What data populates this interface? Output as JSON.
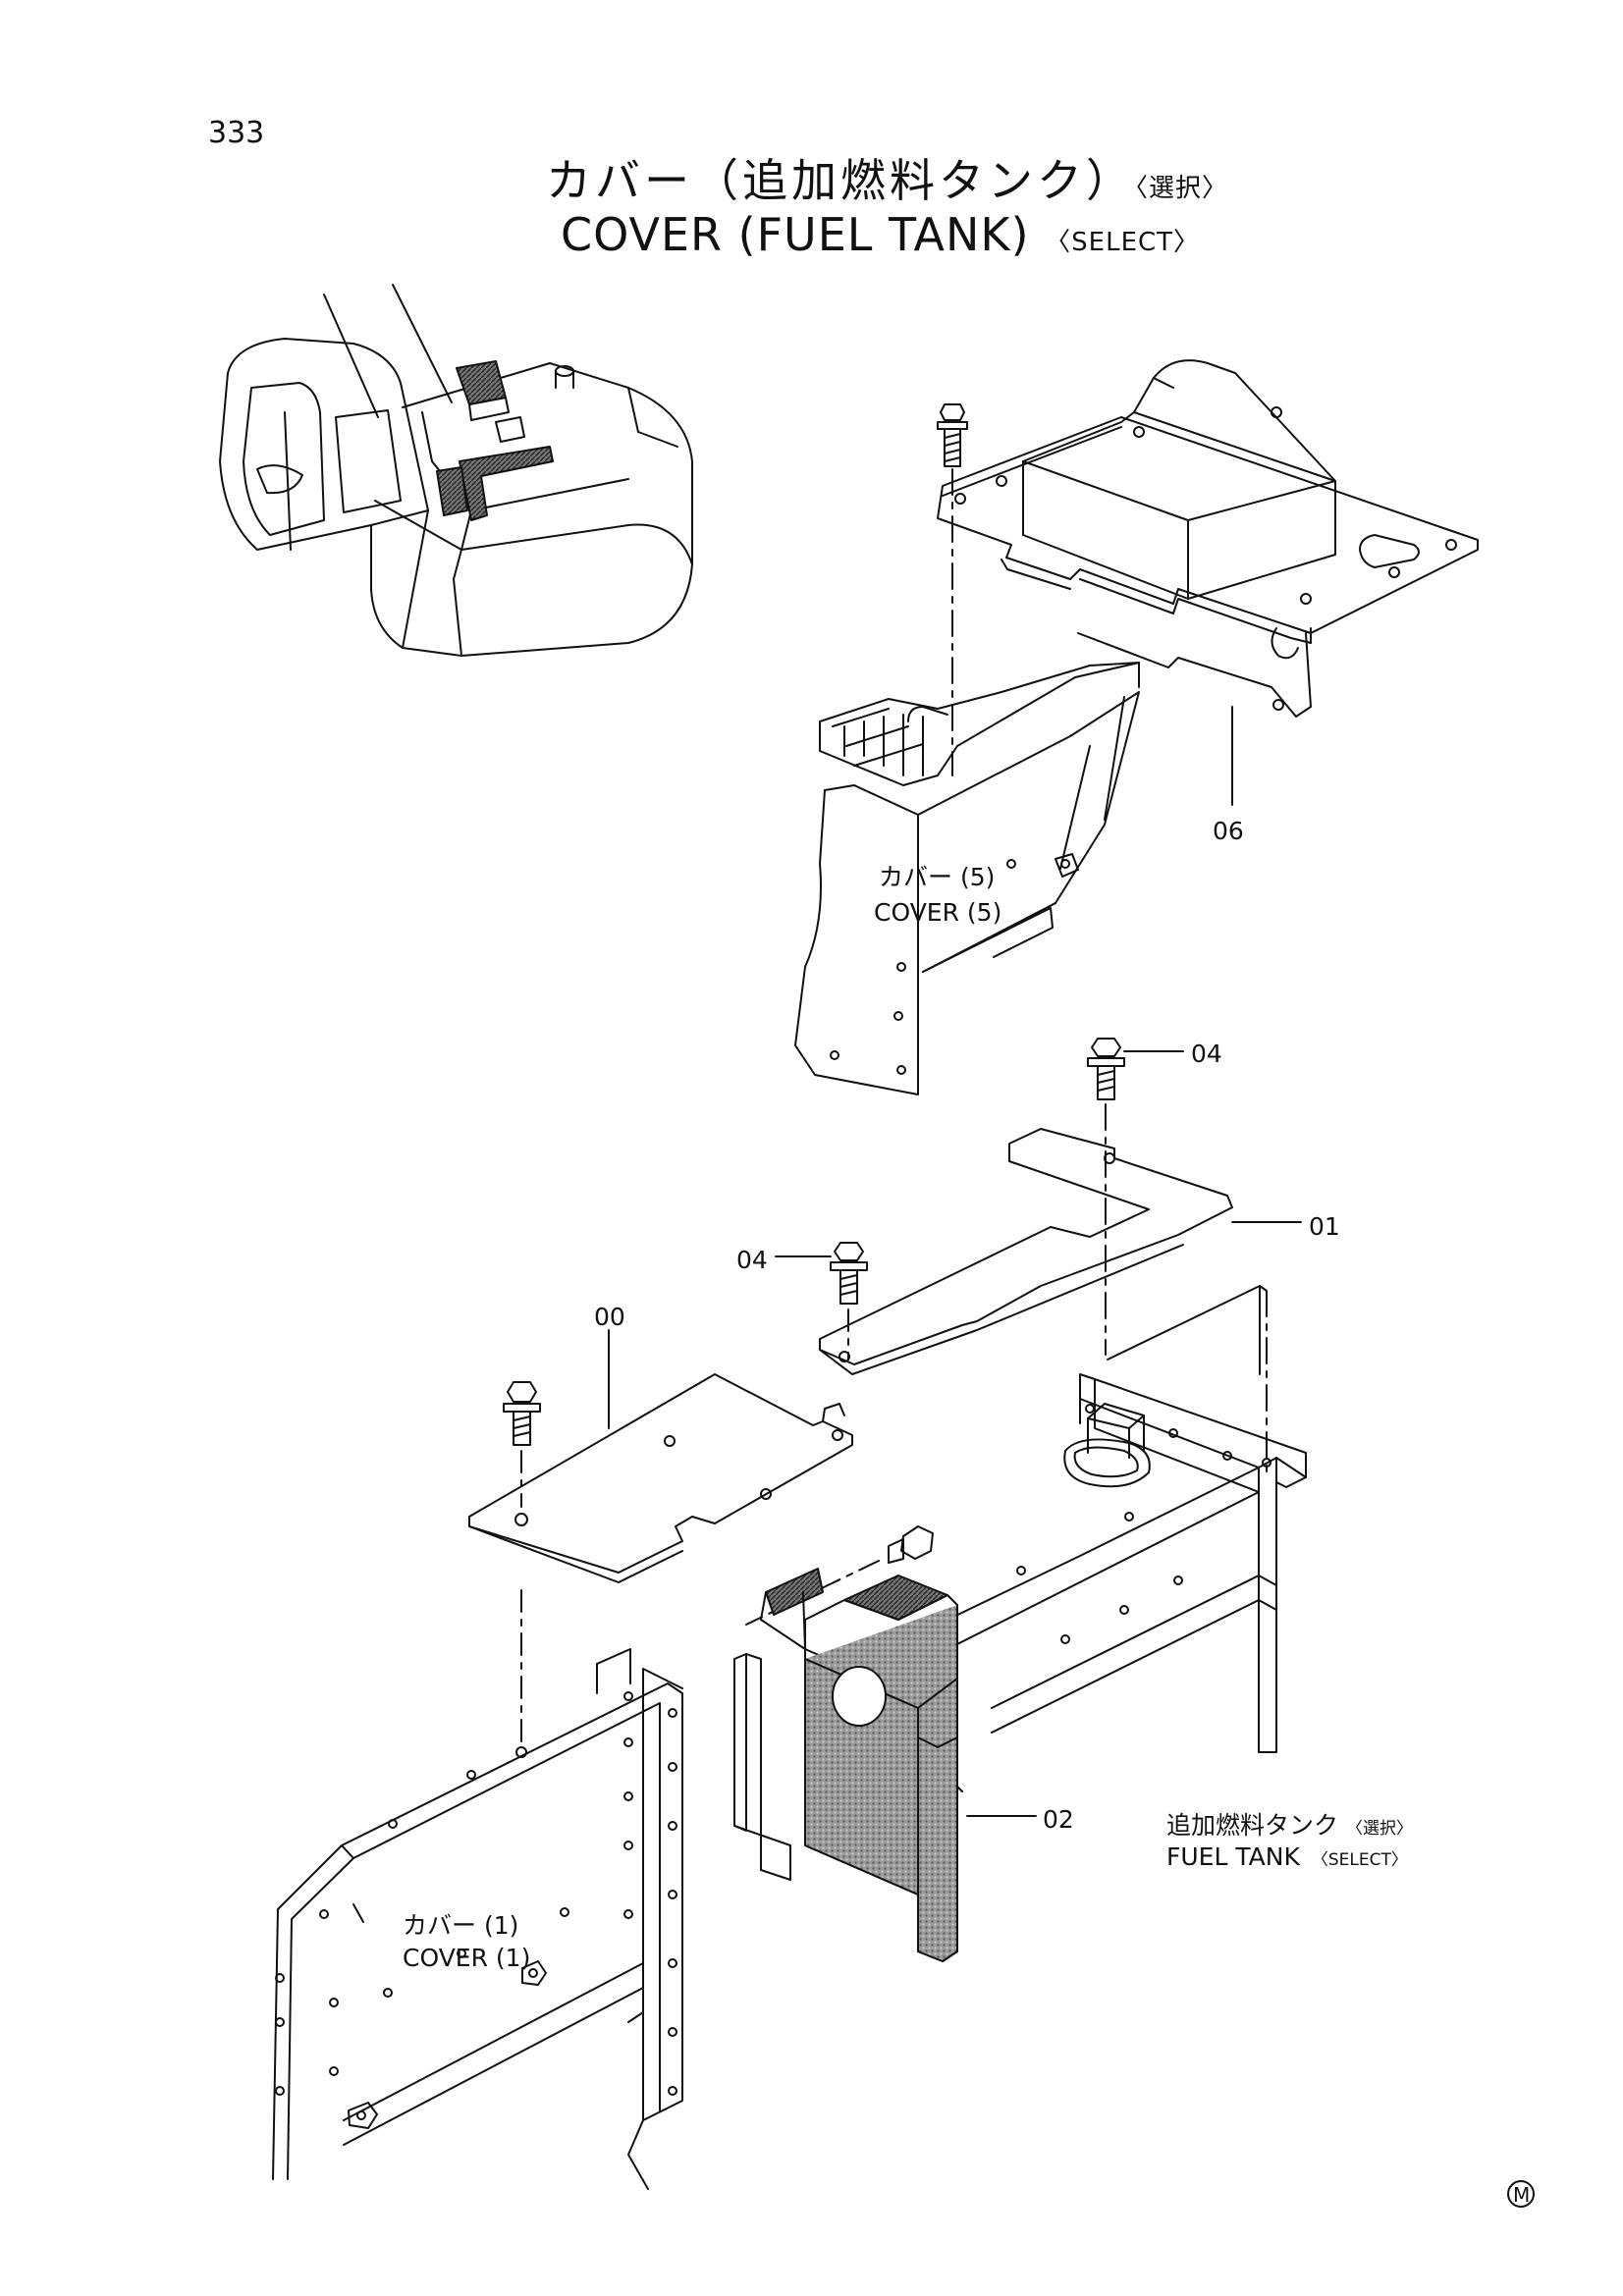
{
  "page": {
    "number": "333"
  },
  "title": {
    "jp_main": "カバー（追加燃料タンク）",
    "jp_suffix": "〈選択〉",
    "en_main": "COVER (FUEL TANK)",
    "en_suffix": "〈SELECT〉"
  },
  "callouts": {
    "p00": "00",
    "p01": "01",
    "p02": "02",
    "p04a": "04",
    "p04b": "04",
    "p06": "06"
  },
  "reference_labels": {
    "cover5_jp": "カバー (5)",
    "cover5_en": "COVER (5)",
    "cover1_jp": "カバー (1)",
    "cover1_en": "COVER (1)",
    "fuel_tank_jp": "追加燃料タンク",
    "fuel_tank_jp_suffix": "〈選択〉",
    "fuel_tank_en": "FUEL TANK",
    "fuel_tank_en_suffix": "〈SELECT〉"
  },
  "mark": {
    "letter": "M"
  }
}
